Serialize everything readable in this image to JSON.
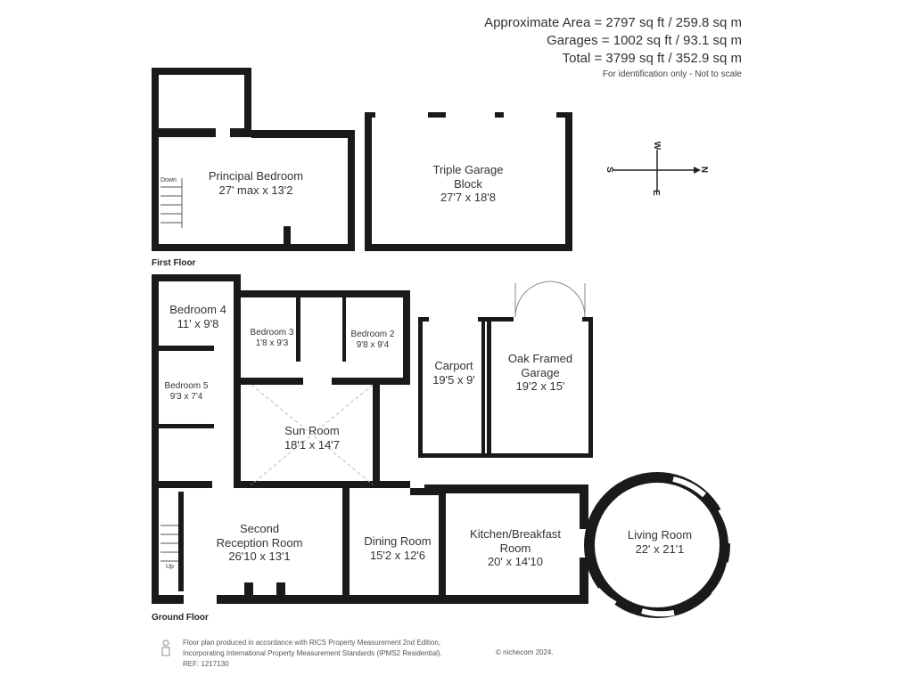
{
  "summary": {
    "approx_area": "Approximate Area = 2797 sq ft / 259.8 sq m",
    "garages": "Garages = 1002 sq ft / 93.1 sq m",
    "total": "Total = 3799 sq ft / 352.9 sq m",
    "note": "For identification only - Not to scale"
  },
  "compass": {
    "north": "N",
    "south": "S",
    "east": "E",
    "west": "W"
  },
  "first_floor": {
    "label": "First Floor",
    "rooms": [
      {
        "name": "Principal Bedroom",
        "dims": "27' max x 13'2"
      }
    ],
    "stair_label": "Down"
  },
  "outbuildings": {
    "triple_garage": {
      "name": "Triple Garage",
      "name2": "Block",
      "dims": "27'7 x 18'8"
    },
    "carport": {
      "name": "Carport",
      "dims": "19'5 x 9'"
    },
    "oak_garage": {
      "name": "Oak Framed",
      "name2": "Garage",
      "dims": "19'2 x 15'"
    }
  },
  "ground_floor": {
    "label": "Ground Floor",
    "stair_label": "Up",
    "rooms": {
      "bedroom4": {
        "name": "Bedroom 4",
        "dims": "11' x 9'8"
      },
      "bedroom3": {
        "name": "Bedroom 3",
        "dims": "1'8 x 9'3"
      },
      "bedroom2": {
        "name": "Bedroom 2",
        "dims": "9'8 x 9'4"
      },
      "bedroom5": {
        "name": "Bedroom 5",
        "dims": "9'3 x 7'4"
      },
      "sun_room": {
        "name": "Sun Room",
        "dims": "18'1 x 14'7"
      },
      "second_reception": {
        "name": "Second",
        "name2": "Reception Room",
        "dims": "26'10 x 13'1"
      },
      "dining": {
        "name": "Dining Room",
        "dims": "15'2 x 12'6"
      },
      "kitchen": {
        "name": "Kitchen/Breakfast",
        "name2": "Room",
        "dims": "20' x 14'10"
      },
      "living": {
        "name": "Living Room",
        "dims": "22' x 21'1"
      }
    }
  },
  "footer": {
    "line1": "Floor plan produced in accordance with RICS Property Measurement 2nd Edition,",
    "line2": "Incorporating International Property Measurement Standards (IPMS2 Residential).",
    "ref": "REF: 1217130",
    "copyright": "© nichecom 2024."
  },
  "colors": {
    "wall": "#1a1a1a",
    "text": "#333333",
    "background": "#ffffff"
  }
}
